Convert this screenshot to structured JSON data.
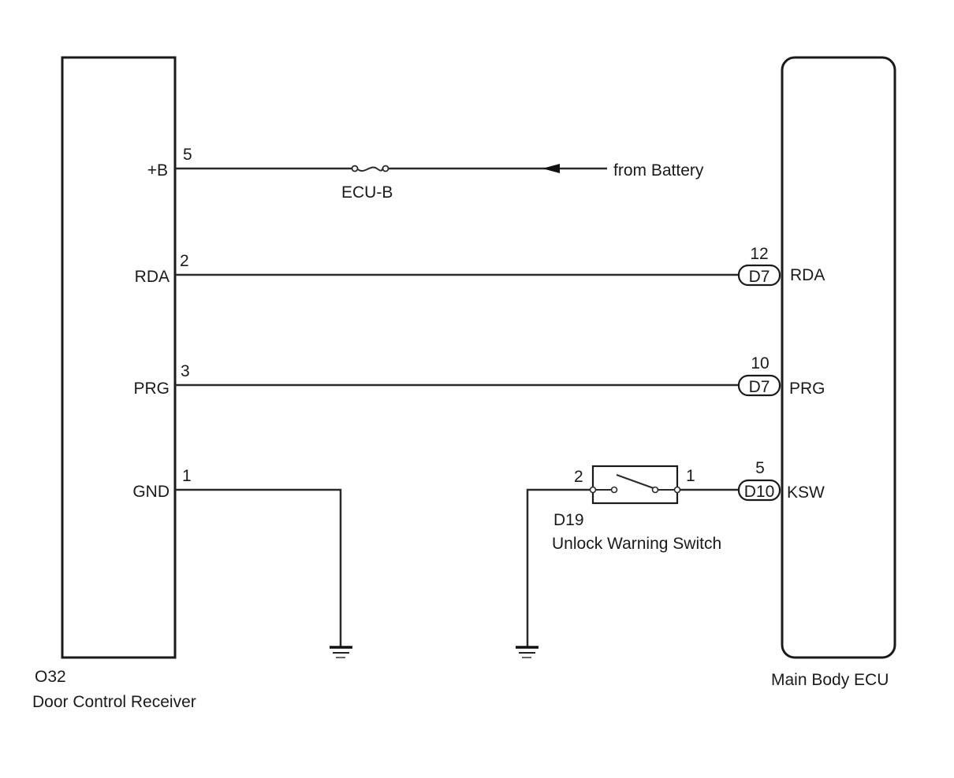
{
  "diagram": {
    "title": "Door Control Receiver / Main Body ECU wiring",
    "components": {
      "left": {
        "code": "O32",
        "name": "Door Control Receiver"
      },
      "right": {
        "name": "Main Body ECU"
      },
      "switch": {
        "code": "D19",
        "name": "Unlock Warning Switch",
        "pin_left": "2",
        "pin_right": "1"
      },
      "fuse": {
        "name": "ECU-B"
      }
    },
    "circuits": [
      {
        "id": "b",
        "left_terminal": "+B",
        "left_pin": "5",
        "source_label": "from Battery"
      },
      {
        "id": "rda",
        "left_terminal": "RDA",
        "left_pin": "2",
        "connector": "D7",
        "right_pin": "12",
        "right_terminal": "RDA"
      },
      {
        "id": "prg",
        "left_terminal": "PRG",
        "left_pin": "3",
        "connector": "D7",
        "right_pin": "10",
        "right_terminal": "PRG"
      },
      {
        "id": "gnd",
        "left_terminal": "GND",
        "left_pin": "1"
      },
      {
        "id": "ksw",
        "connector": "D10",
        "right_pin": "5",
        "right_terminal": "KSW"
      }
    ],
    "colors": {
      "line": "#1a1a1a",
      "background": "#ffffff"
    }
  }
}
